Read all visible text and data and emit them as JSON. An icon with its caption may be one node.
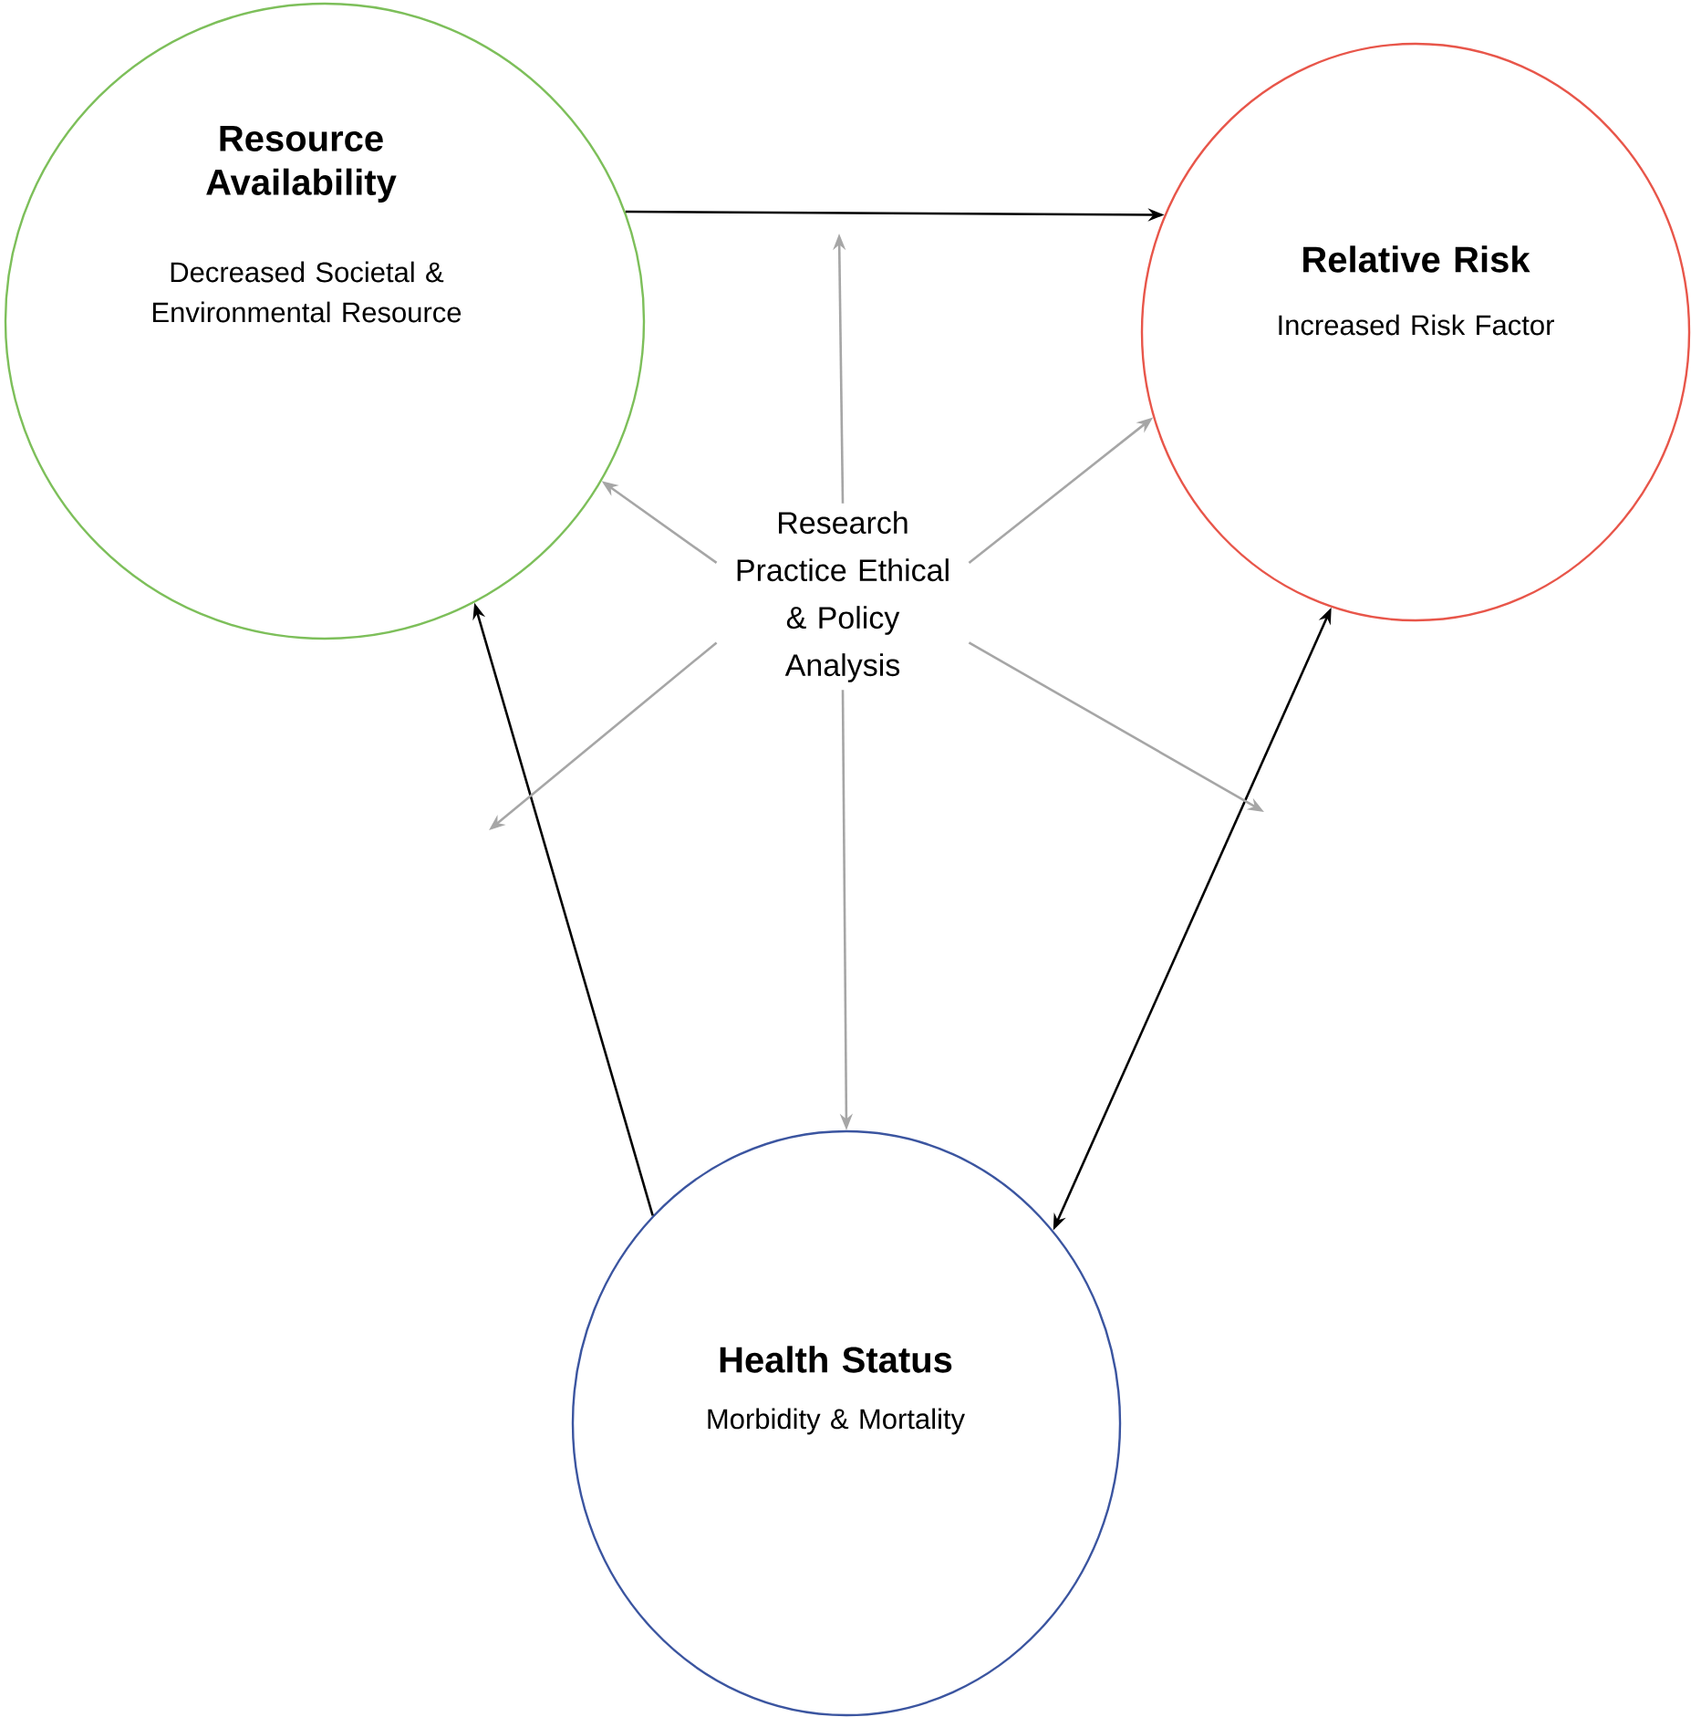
{
  "diagram": {
    "nodes": [
      {
        "text": [
          "Resource Availability",
          "Decreased Societal & Environmental Resource"
        ]
      },
      {
        "text": [
          "Relative Risk",
          "Increased Risk Factor"
        ]
      },
      {
        "text": [
          "Research Practice Ethical & Policy Analysis"
        ]
      },
      {
        "text": [
          "Health Status",
          "Morbidity & Mortality"
        ]
      }
    ],
    "edges": [
      {
        "from": 0,
        "to": 1,
        "arrow": "to",
        "color": "#000000"
      },
      {
        "from": 3,
        "to": 0,
        "arrow": "to",
        "color": "#000000"
      },
      {
        "from": 1,
        "to": 3,
        "arrow": "both",
        "color": "#000000"
      },
      {
        "from": 2,
        "to": null,
        "arrow": "to"
      },
      {
        "from": 2,
        "to": 0,
        "arrow": "to"
      },
      {
        "from": 2,
        "to": 1,
        "arrow": "to"
      },
      {
        "from": 2,
        "to": null,
        "arrow": "to"
      },
      {
        "from": 2,
        "to": null,
        "arrow": "to"
      },
      {
        "from": 2,
        "to": 3,
        "arrow": "to"
      }
    ]
  }
}
